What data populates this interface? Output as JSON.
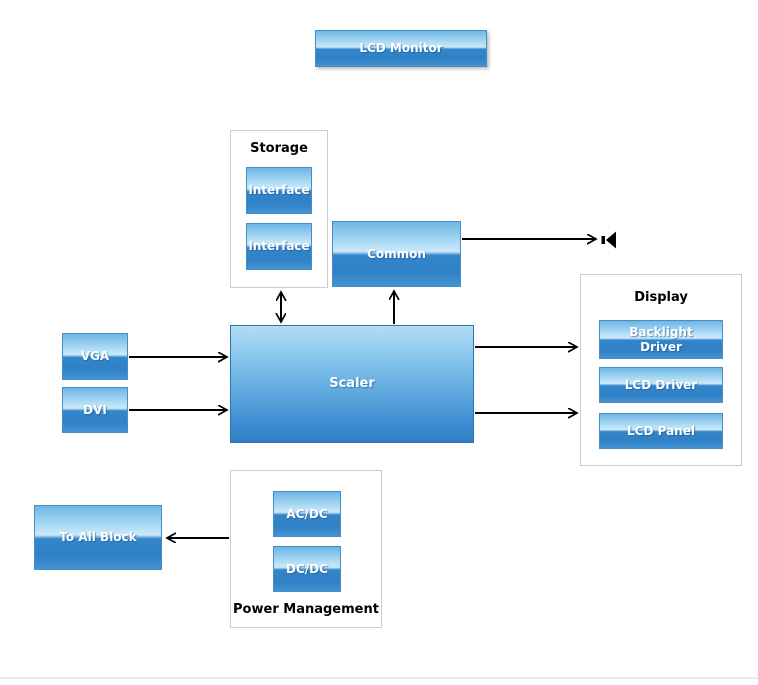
{
  "colors": {
    "block-top": "#6fb6e5",
    "block-highlight": "#cde9f9",
    "block-dark": "#3486ca",
    "block-bottom": "#4393d5",
    "block-border": "#4a8dc3",
    "scaler-top": "#b2dcf4",
    "scaler-bottom": "#2f80c5",
    "group-border": "#c9cdd1",
    "connector": "#000000",
    "divider": "#ebebeb"
  },
  "blocks": {
    "lcd_monitor": {
      "label": "LCD Monitor"
    },
    "common": {
      "label": "Common"
    },
    "scaler": {
      "label": "Scaler"
    },
    "vga": {
      "label": "VGA"
    },
    "dvi": {
      "label": "DVI"
    },
    "to_all_block": {
      "label": "To All Block"
    }
  },
  "groups": {
    "storage": {
      "label": "Storage",
      "blocks": [
        {
          "label": "Interface"
        },
        {
          "label": "Interface"
        }
      ]
    },
    "display": {
      "label": "Display",
      "blocks": [
        {
          "label": "Backlight Driver"
        },
        {
          "label": "LCD Driver"
        },
        {
          "label": "LCD Panel"
        }
      ]
    },
    "power": {
      "label": "Power Management",
      "blocks": [
        {
          "label": "AC/DC"
        },
        {
          "label": "DC/DC"
        }
      ]
    }
  },
  "icons": {
    "speaker": "speaker-icon"
  }
}
